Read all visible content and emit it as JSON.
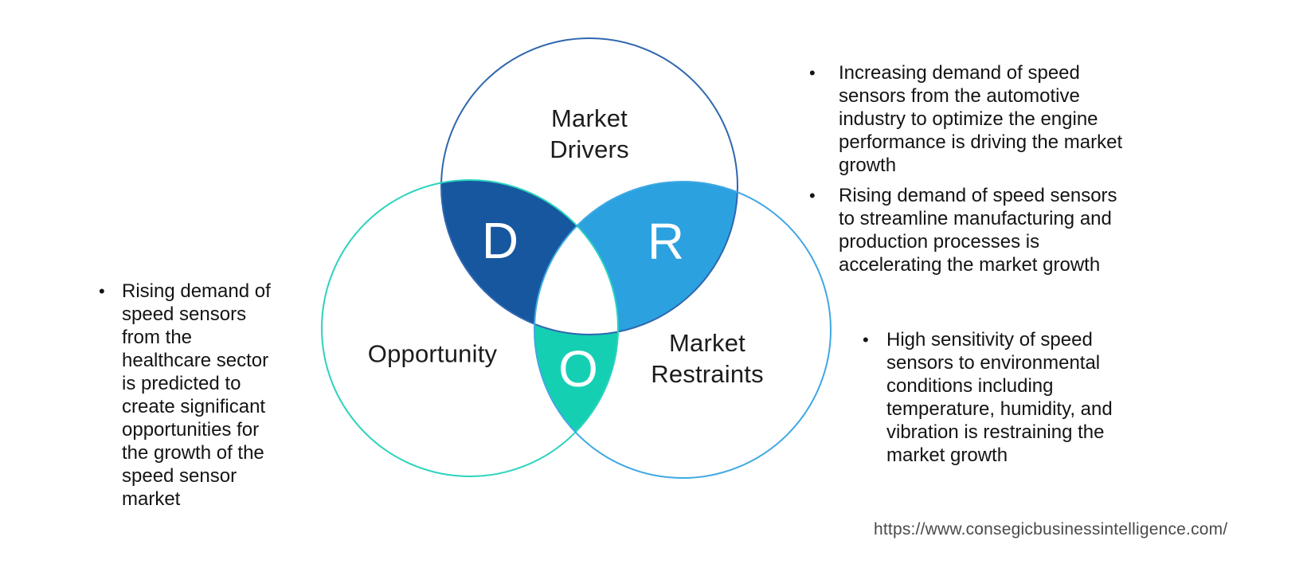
{
  "venn": {
    "drivers": {
      "label": "Market\nDrivers",
      "letter": "D",
      "fill_color": "#16579F",
      "outline_color": "#2F67AF"
    },
    "opportunity": {
      "label": "Opportunity",
      "letter": "O",
      "fill_color": "#15CFB3",
      "outline_color": "#2BD3BD"
    },
    "restraints": {
      "label": "Market\nRestraints",
      "letter": "R",
      "fill_color": "#2BA1E0",
      "outline_color": "#3FA8E3"
    },
    "center_overlap_color": "#FFFFFF"
  },
  "bullet_glyph": "•",
  "notes": {
    "opportunity_side": {
      "bullets": [
        "Rising demand of\nspeed sensors\nfrom the\nhealthcare sector\nis predicted to\ncreate significant\nopportunities for\nthe growth of the\nspeed sensor\nmarket"
      ]
    },
    "drivers_side": {
      "bullets": [
        "Increasing demand of speed\nsensors from the automotive\nindustry to optimize the engine\nperformance is driving the market\ngrowth",
        "Rising demand of speed sensors\nto streamline manufacturing and\nproduction processes is\naccelerating the market growth"
      ]
    },
    "restraints_side": {
      "bullets": [
        "High sensitivity of speed\nsensors to environmental\nconditions including\ntemperature, humidity, and\nvibration is restraining the\nmarket growth"
      ]
    }
  },
  "footer": {
    "source_url": "https://www.consegicbusinessintelligence.com/"
  }
}
